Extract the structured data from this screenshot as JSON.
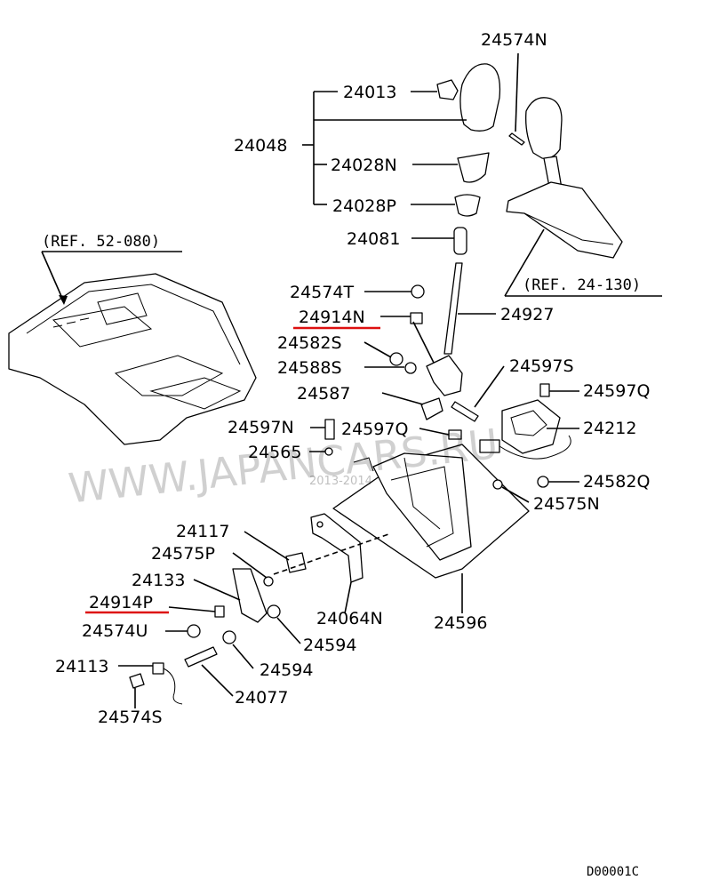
{
  "labels": {
    "p24574N": "24574N",
    "p24013": "24013",
    "p24048": "24048",
    "p24028N": "24028N",
    "p24028P": "24028P",
    "p24081": "24081",
    "ref52080": "(REF. 52-080)",
    "ref24130": "(REF. 24-130)",
    "p24574T": "24574T",
    "p24914N": "24914N",
    "p24927": "24927",
    "p24582S": "24582S",
    "p24588S": "24588S",
    "p24597S": "24597S",
    "p24597Q_a": "24597Q",
    "p24587": "24587",
    "p24212": "24212",
    "p24597N": "24597N",
    "p24597Q_b": "24597Q",
    "p24565": "24565",
    "p24582Q": "24582Q",
    "p24575N": "24575N",
    "p24117": "24117",
    "p24575P": "24575P",
    "p24133": "24133",
    "p24914P": "24914P",
    "p24574U": "24574U",
    "p24064N": "24064N",
    "p24596": "24596",
    "p24594_a": "24594",
    "p24594_b": "24594",
    "p24113": "24113",
    "p24077": "24077",
    "p24574S": "24574S",
    "diagram_code": "D00001C"
  },
  "watermark": {
    "main": "WWW.JAPANCARS.RU",
    "small": "2013-2014"
  },
  "highlight_color": "#dd1111"
}
